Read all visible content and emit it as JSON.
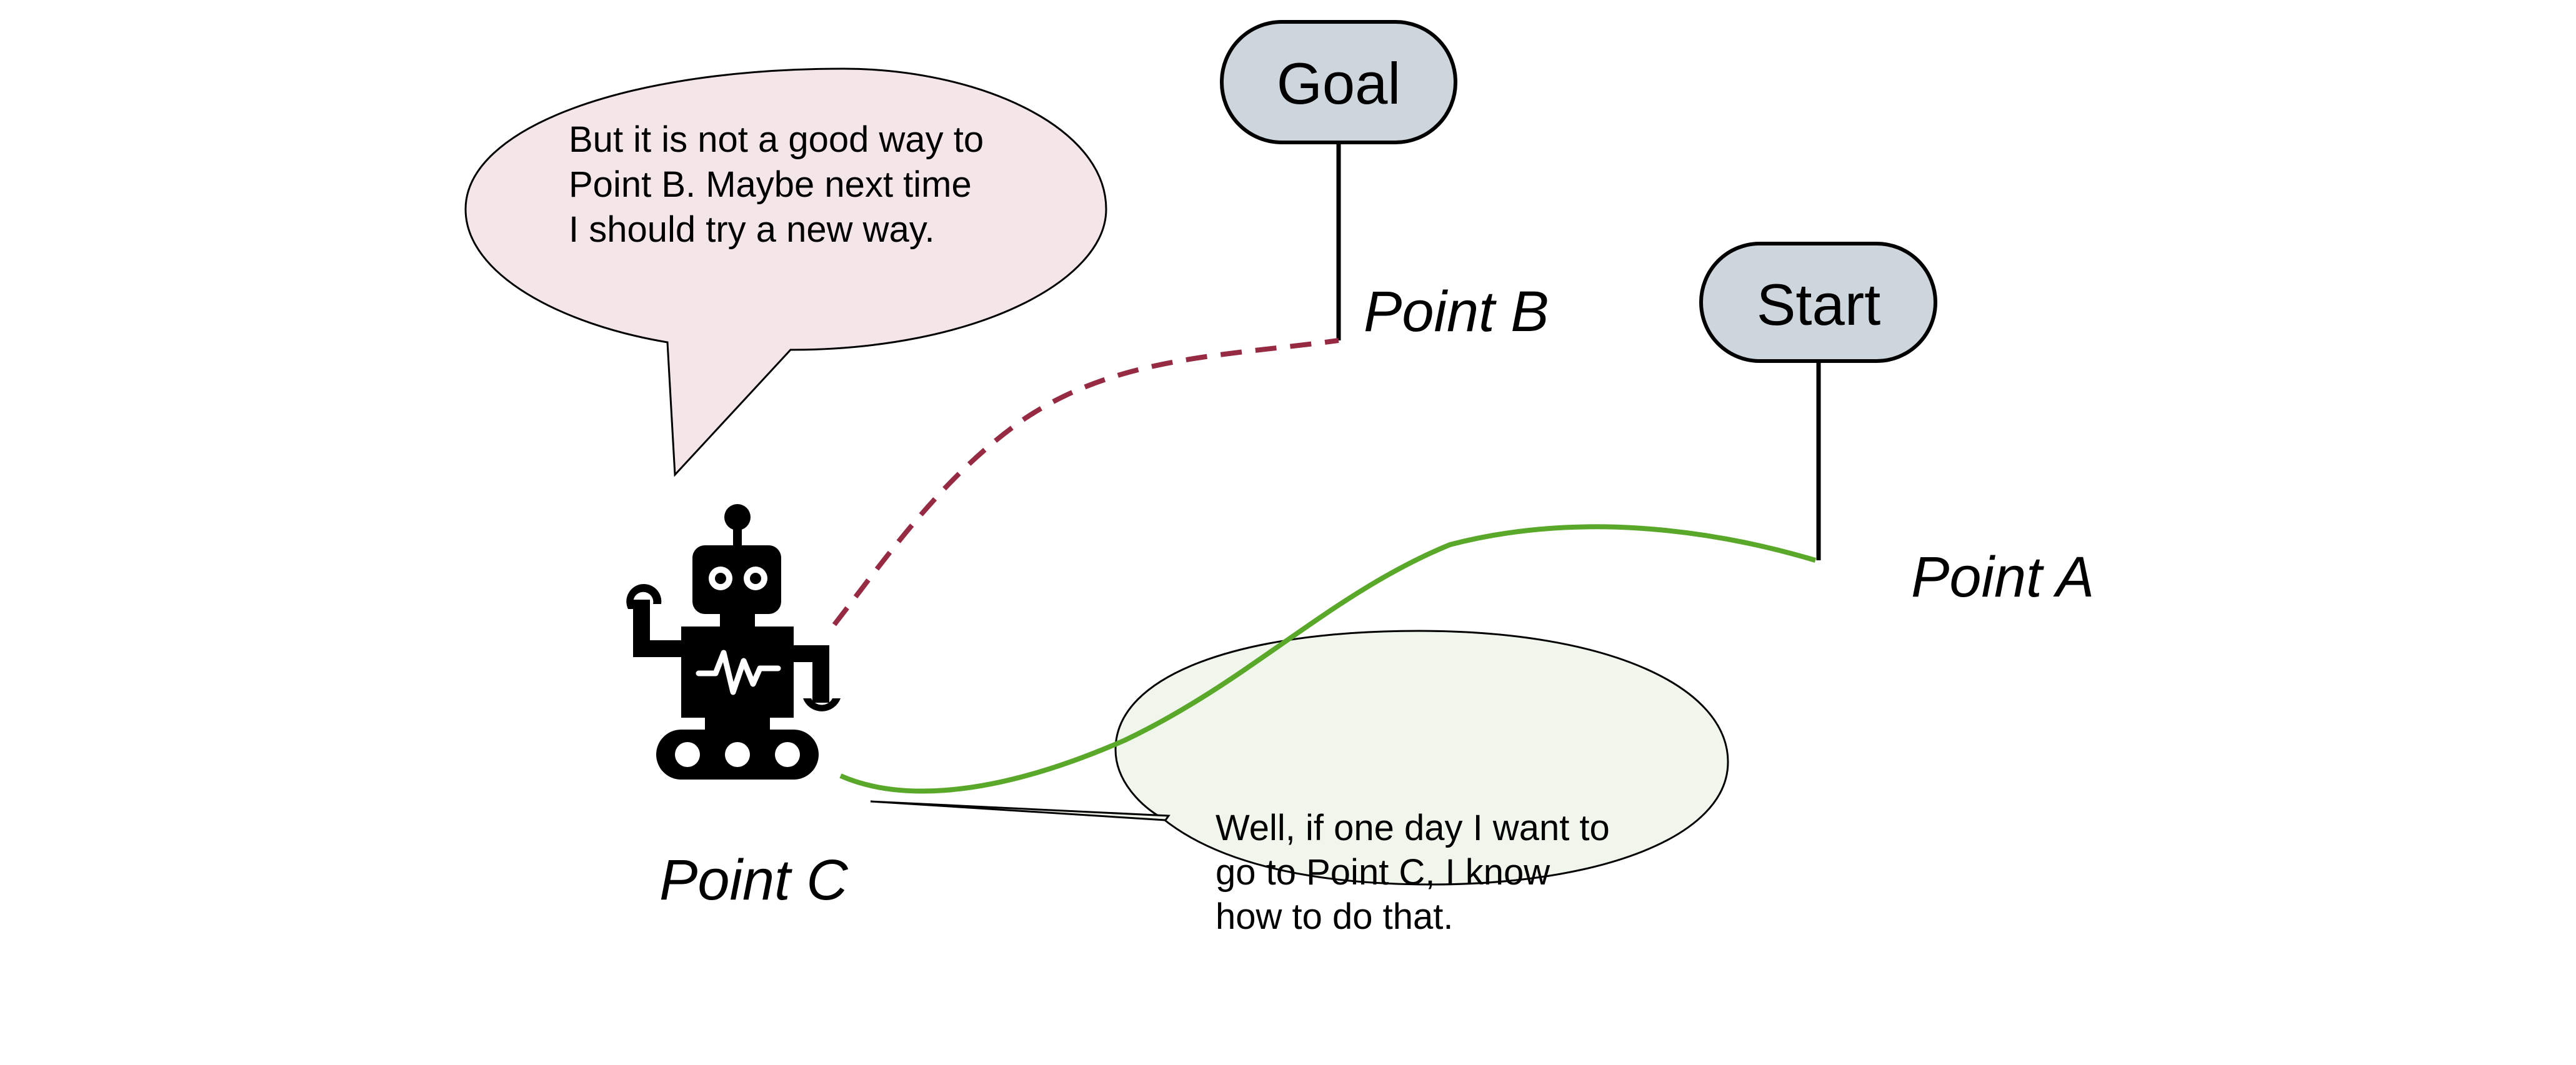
{
  "nodes": {
    "goal": {
      "label": "Goal"
    },
    "start": {
      "label": "Start"
    }
  },
  "points": {
    "a": "Point A",
    "b": "Point B",
    "c": "Point C"
  },
  "bubbles": {
    "pink": {
      "lines": [
        "But it is not a good way to",
        "Point B. Maybe next time",
        "I should try a new way."
      ]
    },
    "green": {
      "lines": [
        "Well, if one day I want to",
        "go to Point C, I know",
        "how to do that."
      ]
    }
  },
  "colors": {
    "pill_fill": "#cdd6dc",
    "pink_bubble_fill": "#f4e6e8",
    "green_bubble_fill": "#f1f6ec",
    "dashed_path": "#962a43",
    "solid_path": "#5aa82a",
    "robot": "#000000"
  },
  "icons": {
    "robot": "robot-icon"
  }
}
